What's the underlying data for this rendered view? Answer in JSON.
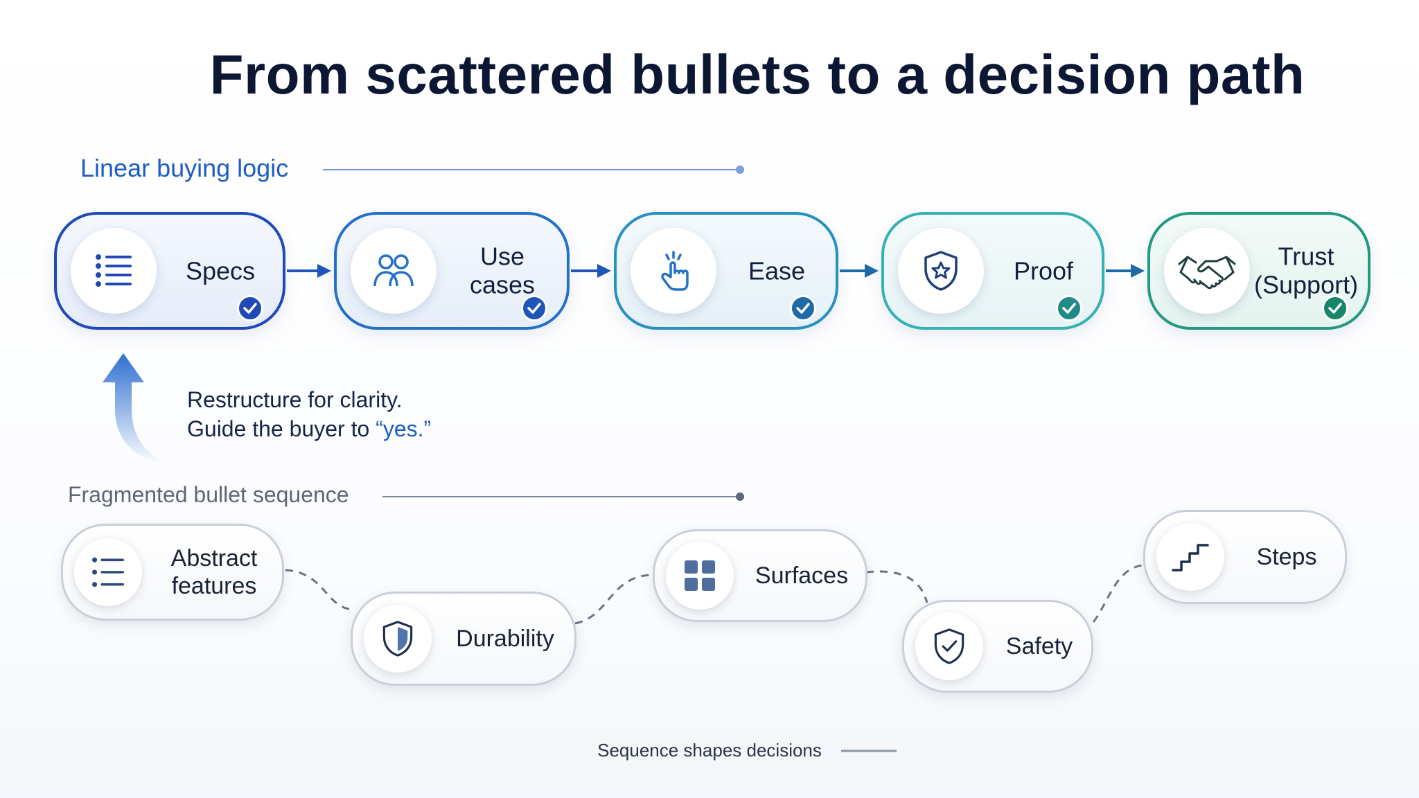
{
  "title": "From scattered bullets to a decision path",
  "linear": {
    "label": "Linear buying logic",
    "steps": [
      {
        "label": "Specs",
        "icon": "list-icon"
      },
      {
        "label": "Use cases",
        "icon": "users-icon"
      },
      {
        "label": "Ease",
        "icon": "tap-hand-icon"
      },
      {
        "label": "Proof",
        "icon": "shield-star-icon"
      },
      {
        "label_line1": "Trust",
        "label_line2": "(Support)",
        "icon": "handshake-icon"
      }
    ],
    "colors": [
      "#1f49b6",
      "#2270c9",
      "#2591c0",
      "#35b0b4",
      "#229a80"
    ]
  },
  "note": {
    "line1": "Restructure for clarity.",
    "line2_prefix": "Guide the buyer to ",
    "line2_highlight": "“yes.”"
  },
  "fragmented": {
    "label": "Fragmented bullet sequence",
    "items": [
      {
        "label_line1": "Abstract",
        "label_line2": "features",
        "icon": "list-icon"
      },
      {
        "label": "Durability",
        "icon": "shield-icon"
      },
      {
        "label": "Surfaces",
        "icon": "grid-icon"
      },
      {
        "label": "Safety",
        "icon": "shield-check-icon"
      },
      {
        "label": "Steps",
        "icon": "stairs-icon"
      }
    ]
  },
  "footer": {
    "text": "Sequence shapes decisions"
  }
}
